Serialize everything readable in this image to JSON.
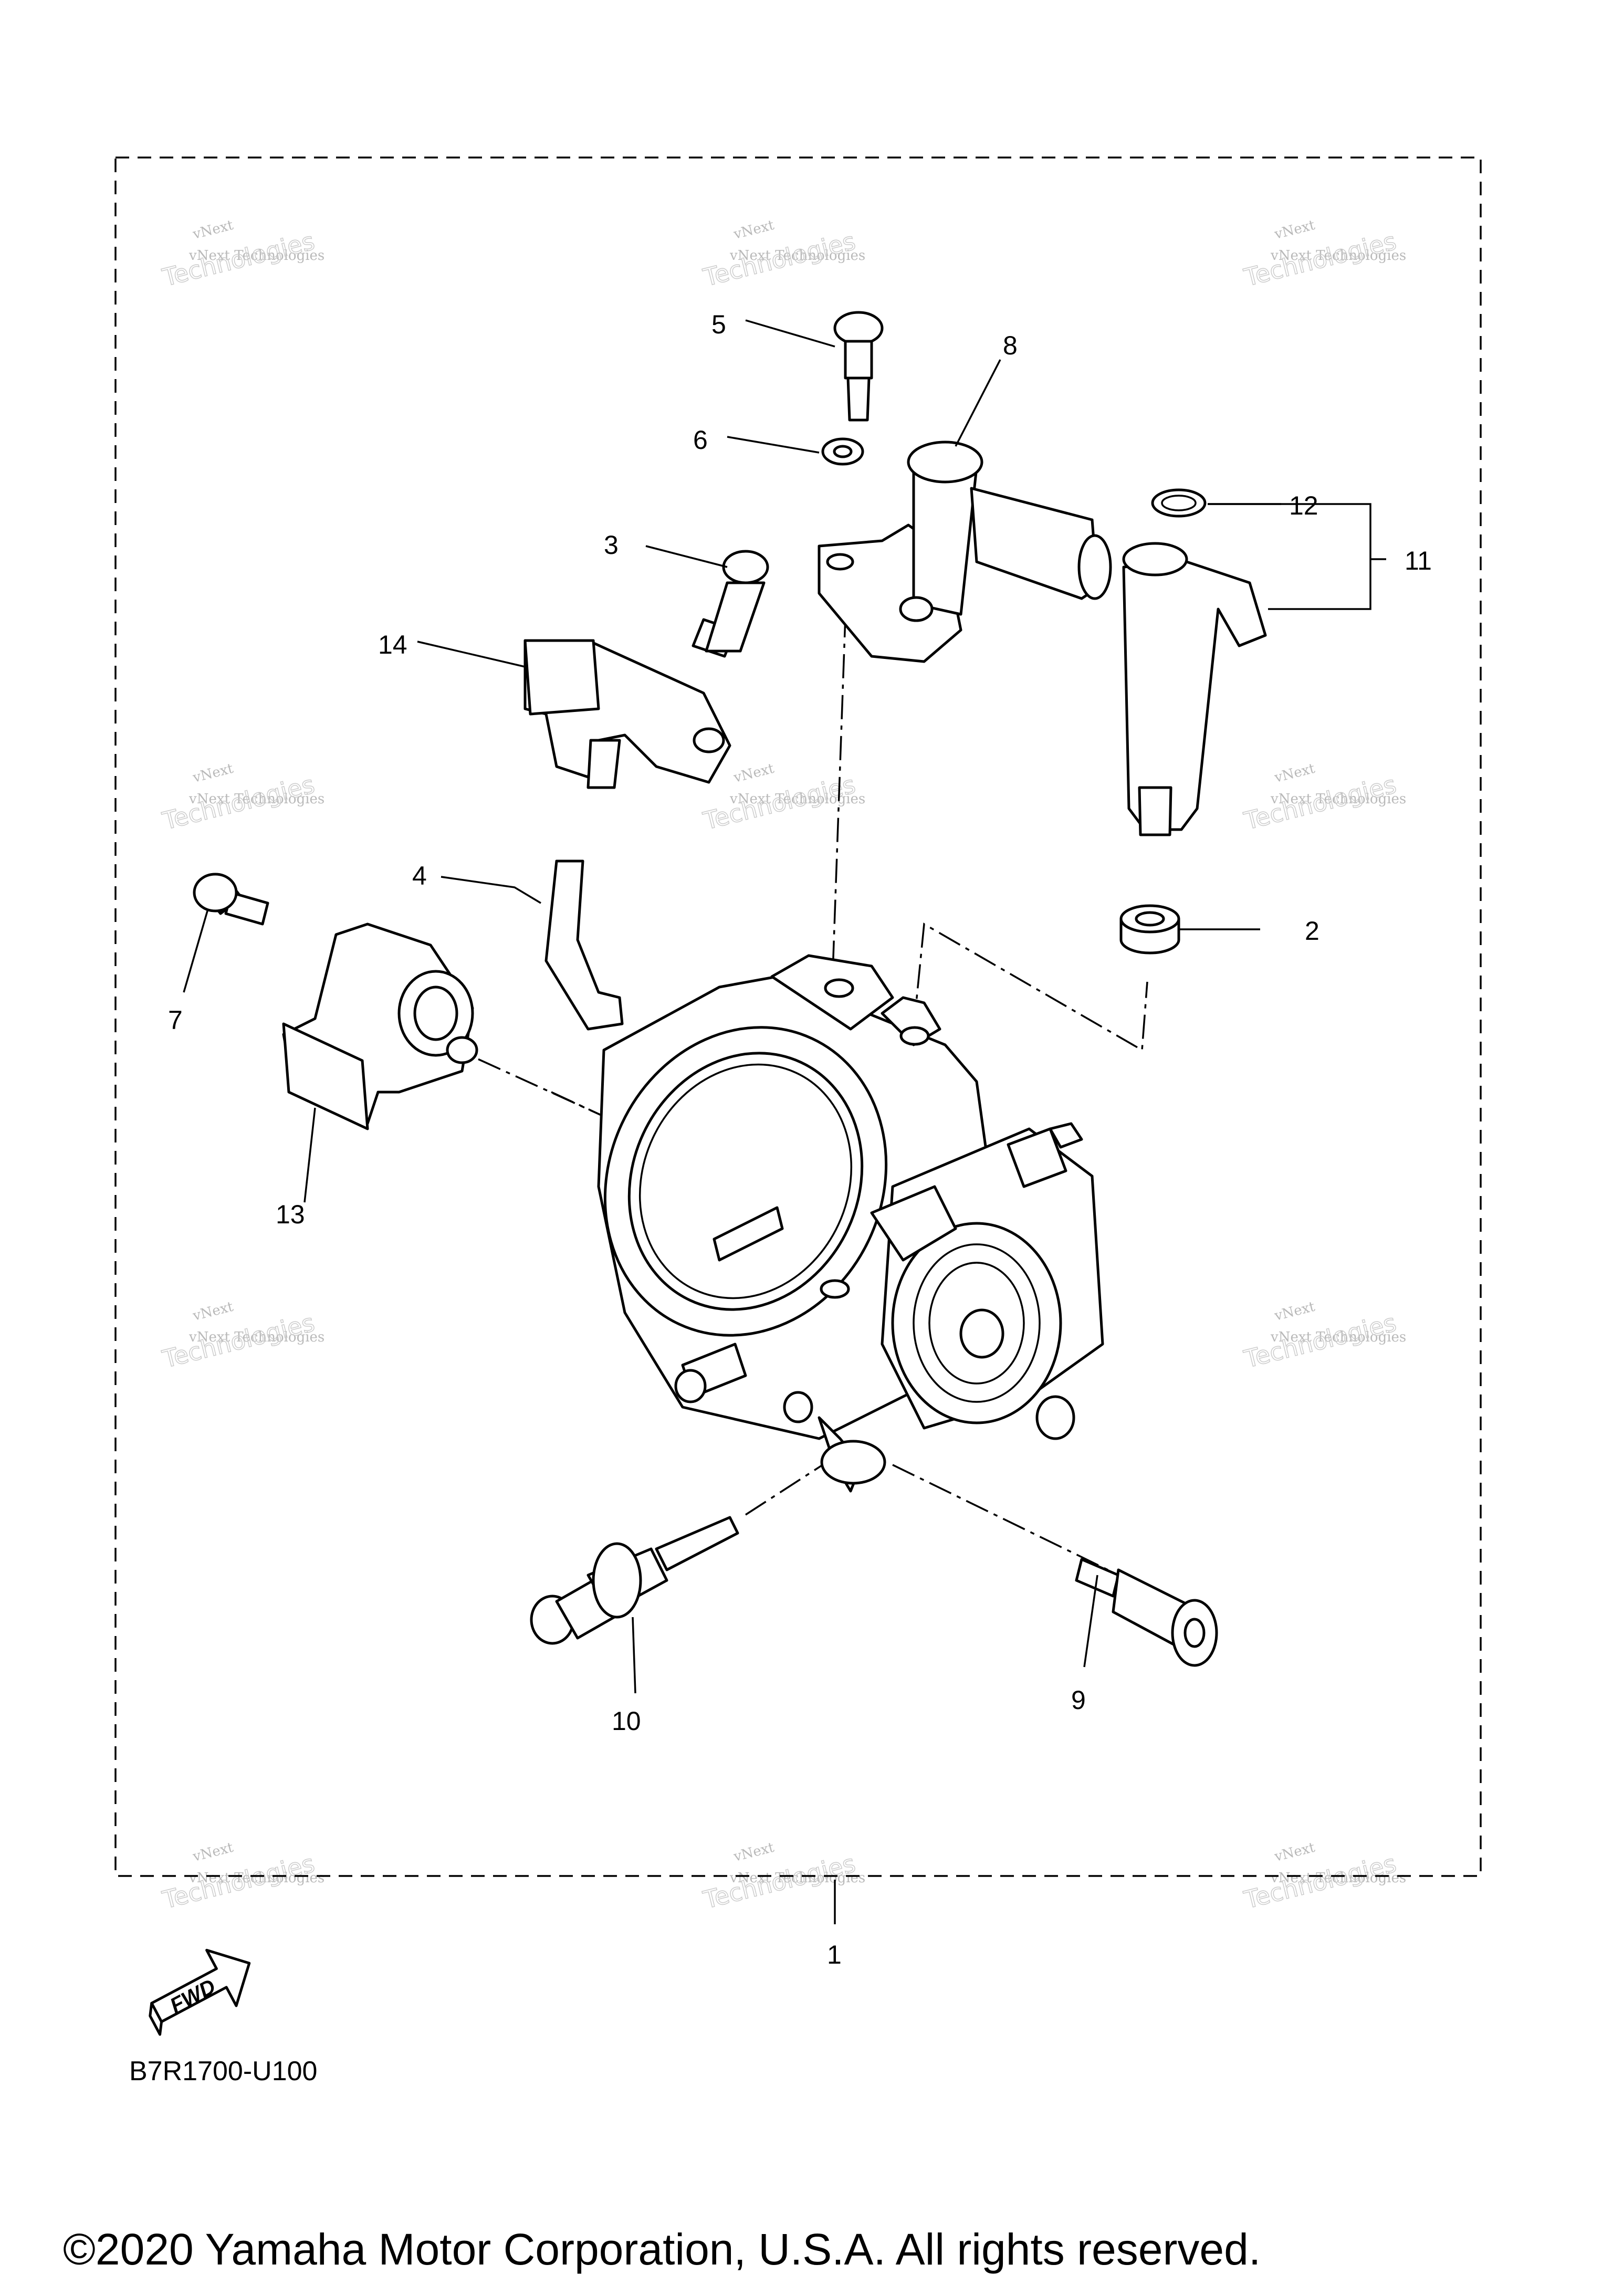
{
  "diagram_code": "B7R1700-U100",
  "copyright": "©2020 Yamaha Motor Corporation, U.S.A. All rights reserved.",
  "fwd_label": "FWD",
  "watermark": {
    "line1": "vNext",
    "line2": "vNext Technologies",
    "line3": "Technologies"
  },
  "callouts": {
    "c1": "1",
    "c2": "2",
    "c3": "3",
    "c4": "4",
    "c5": "5",
    "c6": "6",
    "c7": "7",
    "c8": "8",
    "c9": "9",
    "c10": "10",
    "c11": "11",
    "c12": "12",
    "c13": "13",
    "c14": "14"
  }
}
